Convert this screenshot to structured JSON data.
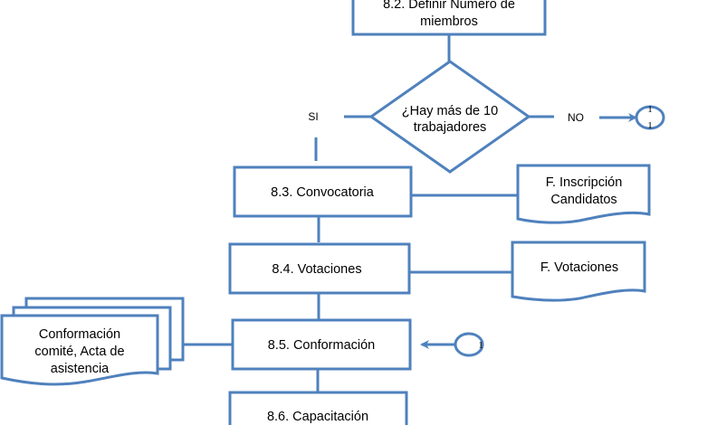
{
  "diagram": {
    "type": "flowchart",
    "accent_color": "#4f81bd",
    "nodes": {
      "define_members": {
        "lines": [
          "8.2. Definir Número de",
          "miembros"
        ]
      },
      "decision": {
        "lines": [
          "¿Hay más de 10",
          "trabajadores"
        ]
      },
      "yes_label": "SI",
      "no_label": "NO",
      "connector_out": {
        "lines": [
          "1",
          "1"
        ]
      },
      "convocatoria": {
        "label": "8.3. Convocatoria"
      },
      "doc_inscripcion": {
        "lines": [
          "F. Inscripción",
          "Candidatos"
        ]
      },
      "votaciones": {
        "label": "8.4. Votaciones"
      },
      "doc_votaciones": {
        "label": "F. Votaciones"
      },
      "conformacion": {
        "label": "8.5. Conformación"
      },
      "connector_in": {
        "label": "1"
      },
      "doc_conformacion": {
        "lines": [
          "Conformación",
          "comité, Acta de",
          "asistencia"
        ]
      },
      "capacitacion": {
        "label": "8.6. Capacitación"
      }
    },
    "edges": [
      {
        "from": "define_members",
        "to": "decision"
      },
      {
        "from": "decision",
        "to": "convocatoria",
        "label": "SI"
      },
      {
        "from": "decision",
        "to": "connector_out",
        "label": "NO"
      },
      {
        "from": "convocatoria",
        "to": "doc_inscripcion"
      },
      {
        "from": "convocatoria",
        "to": "votaciones"
      },
      {
        "from": "votaciones",
        "to": "doc_votaciones"
      },
      {
        "from": "votaciones",
        "to": "conformacion"
      },
      {
        "from": "connector_in",
        "to": "conformacion"
      },
      {
        "from": "conformacion",
        "to": "doc_conformacion"
      },
      {
        "from": "conformacion",
        "to": "capacitacion"
      }
    ]
  }
}
